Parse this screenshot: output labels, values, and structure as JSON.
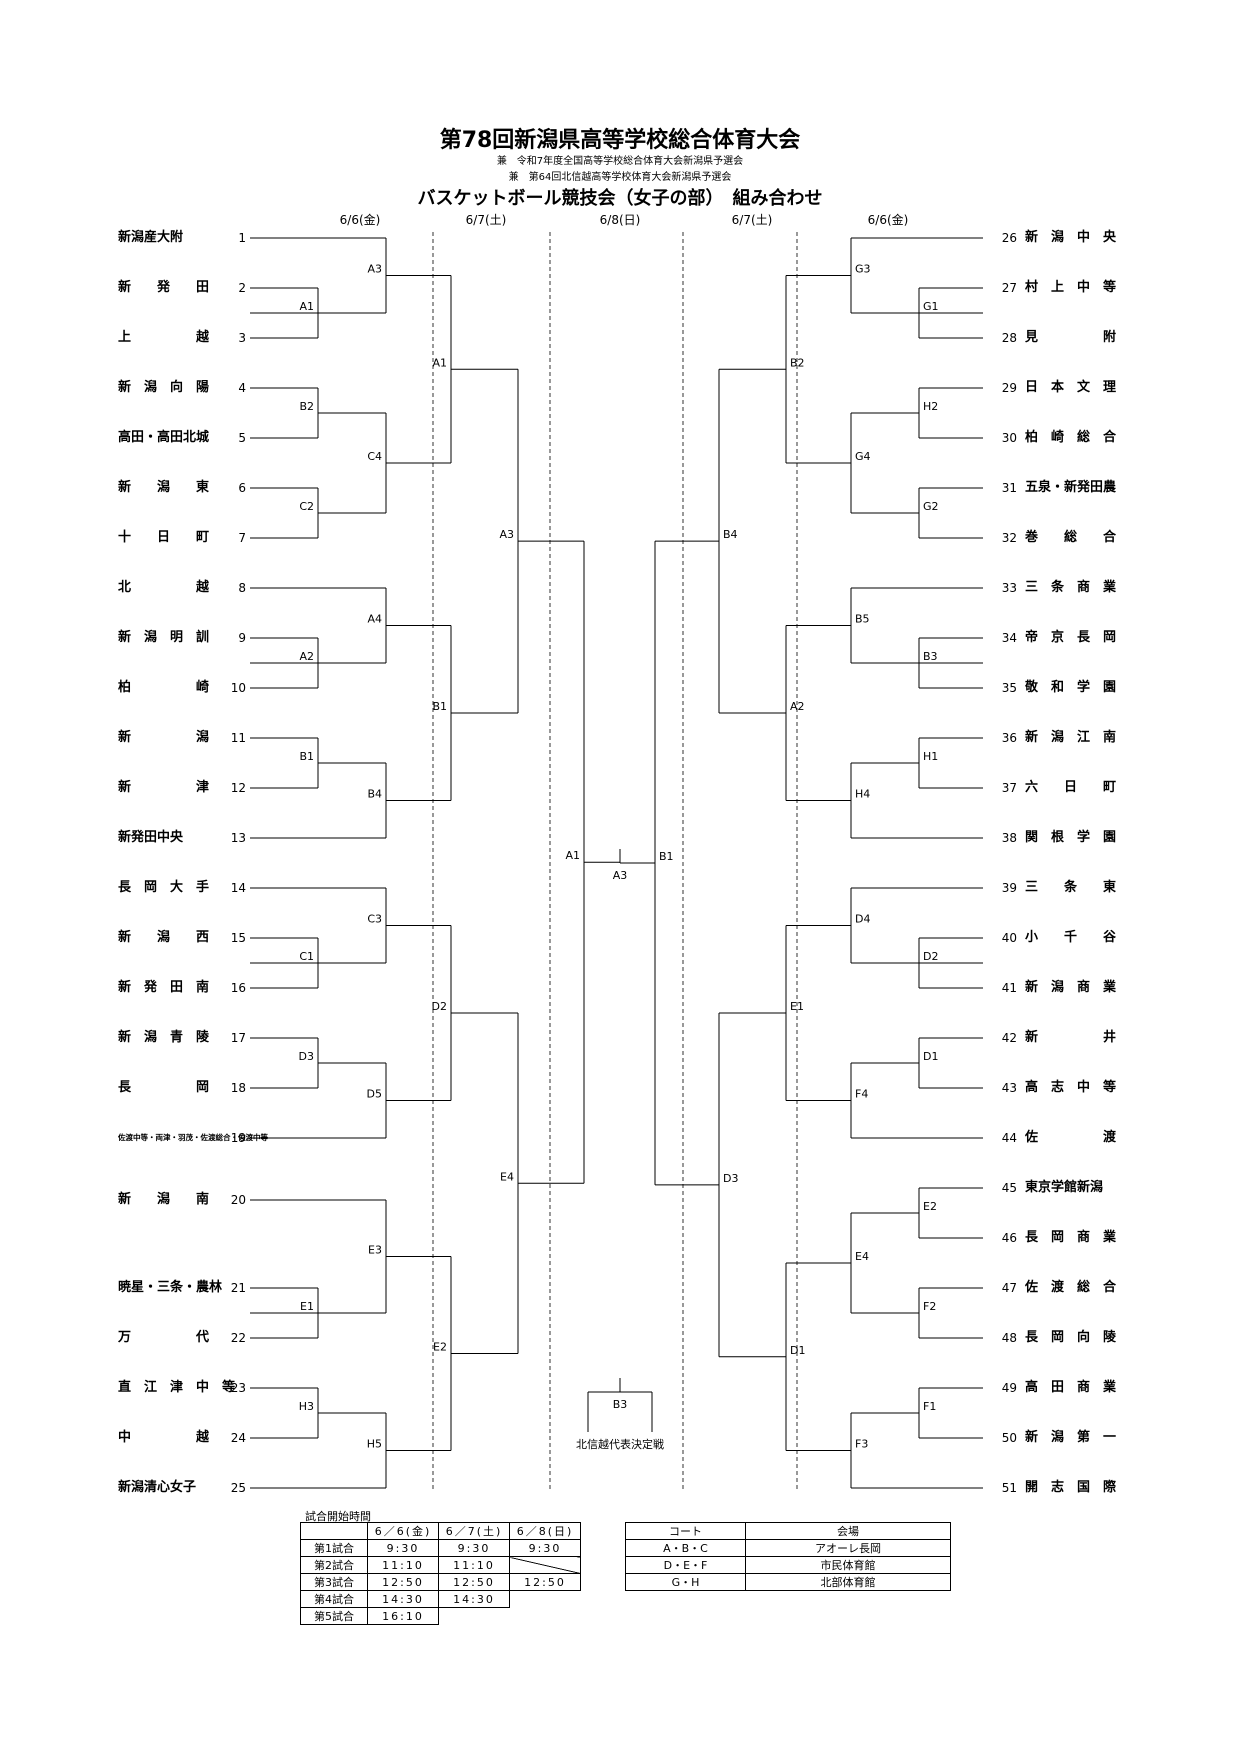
{
  "title": "第78回新潟県高等学校総合体育大会",
  "subtitle1": "兼　令和7年度全国高等学校総合体育大会新潟県予選会",
  "subtitle2": "兼　第64回北信越高等学校体育大会新潟県予選会",
  "heading": "バスケットボール競技会（女子の部）　組み合わせ",
  "dates": {
    "d1_left": "6/6(金)",
    "d2_left": "6/7(土)",
    "d3_center": "6/8(日)",
    "d2_right": "6/7(土)",
    "d1_right": "6/6(金)"
  },
  "left_teams": [
    {
      "name": "新潟産大附",
      "num": "1"
    },
    {
      "name": "新　　発　　田",
      "num": "2"
    },
    {
      "name": "上　　　　　越",
      "num": "3"
    },
    {
      "name": "新　潟　向　陽",
      "num": "4"
    },
    {
      "name": "高田・高田北城",
      "num": "5"
    },
    {
      "name": "新　　潟　　東",
      "num": "6"
    },
    {
      "name": "十　　日　　町",
      "num": "7"
    },
    {
      "name": "北　　　　　越",
      "num": "8"
    },
    {
      "name": "新　潟　明　訓",
      "num": "9"
    },
    {
      "name": "柏　　　　　崎",
      "num": "10"
    },
    {
      "name": "新　　　　　潟",
      "num": "11"
    },
    {
      "name": "新　　　　　津",
      "num": "12"
    },
    {
      "name": "新発田中央",
      "num": "13"
    },
    {
      "name": "長　岡　大　手",
      "num": "14"
    },
    {
      "name": "新　　潟　　西",
      "num": "15"
    },
    {
      "name": "新　発　田　南",
      "num": "16"
    },
    {
      "name": "新　潟　青　陵",
      "num": "17"
    },
    {
      "name": "長　　　　　岡",
      "num": "18"
    },
    {
      "name": "佐渡中等・両津・羽茂・佐渡総合・佐渡中等",
      "num": "19"
    },
    {
      "name": "新　　潟　　南",
      "num": "20"
    },
    {
      "name": "暁星・三条・農林",
      "num": "21"
    },
    {
      "name": "万　　　　　代",
      "num": "22"
    },
    {
      "name": "直　江　津　中　等",
      "num": "23"
    },
    {
      "name": "中　　　　　越",
      "num": "24"
    },
    {
      "name": "新潟清心女子",
      "num": "25"
    }
  ],
  "right_teams": [
    {
      "num": "26",
      "name": "新　潟　中　央"
    },
    {
      "num": "27",
      "name": "村　上　中　等"
    },
    {
      "num": "28",
      "name": "見　　　　　附"
    },
    {
      "num": "29",
      "name": "日　本　文　理"
    },
    {
      "num": "30",
      "name": "柏　崎　総　合"
    },
    {
      "num": "31",
      "name": "五泉・新発田農"
    },
    {
      "num": "32",
      "name": "巻　　総　　合"
    },
    {
      "num": "33",
      "name": "三　条　商　業"
    },
    {
      "num": "34",
      "name": "帝　京　長　岡"
    },
    {
      "num": "35",
      "name": "敬　和　学　園"
    },
    {
      "num": "36",
      "name": "新　潟　江　南"
    },
    {
      "num": "37",
      "name": "六　　日　　町"
    },
    {
      "num": "38",
      "name": "関　根　学　園"
    },
    {
      "num": "39",
      "name": "三　　条　　東"
    },
    {
      "num": "40",
      "name": "小　　千　　谷"
    },
    {
      "num": "41",
      "name": "新　潟　商　業"
    },
    {
      "num": "42",
      "name": "新　　　　　井"
    },
    {
      "num": "43",
      "name": "高　志　中　等"
    },
    {
      "num": "44",
      "name": "佐　　　　　渡"
    },
    {
      "num": "45",
      "name": "東京学館新潟"
    },
    {
      "num": "46",
      "name": "長　岡　商　業"
    },
    {
      "num": "47",
      "name": "佐　渡　総　合"
    },
    {
      "num": "48",
      "name": "長　岡　向　陵"
    },
    {
      "num": "49",
      "name": "高　田　商　業"
    },
    {
      "num": "50",
      "name": "新　潟　第　一"
    },
    {
      "num": "51",
      "name": "開　志　国　際"
    }
  ],
  "left_r1": [
    "A1",
    "B2",
    "C2",
    "A2",
    "B1",
    "C1",
    "D3",
    "E1",
    "H3"
  ],
  "left_r2": [
    "A3",
    "C4",
    "A4",
    "B4",
    "C3",
    "D5",
    "E3",
    "H5"
  ],
  "left_r3": [
    "A1",
    "B1",
    "D2",
    "E2"
  ],
  "left_r4": [
    "A3",
    "E4"
  ],
  "left_r5": "A1",
  "right_r1": [
    "G1",
    "H2",
    "G2",
    "B3",
    "H1",
    "D2",
    "D1",
    "E2",
    "F2",
    "F1"
  ],
  "right_r2": [
    "G3",
    "G4",
    "B5",
    "H4",
    "D4",
    "F4",
    "E4",
    "F3"
  ],
  "right_r3": [
    "B2",
    "A2",
    "E1",
    "D1"
  ],
  "right_r4": [
    "B4",
    "D3"
  ],
  "right_r5": "B1",
  "final": "A3",
  "third_place": "B3",
  "third_place_label": "北信越代表決定戦",
  "schedule": {
    "caption": "試合開始時間",
    "headers": [
      "",
      "6／6(金)",
      "6／7(土)",
      "6／8(日)"
    ],
    "rows": [
      {
        "label": "第1試合",
        "v": [
          "9:30",
          "9:30",
          "9:30"
        ]
      },
      {
        "label": "第2試合",
        "v": [
          "11:10",
          "11:10",
          ""
        ]
      },
      {
        "label": "第3試合",
        "v": [
          "12:50",
          "12:50",
          "12:50"
        ]
      },
      {
        "label": "第4試合",
        "v": [
          "14:30",
          "14:30"
        ]
      },
      {
        "label": "第5試合",
        "v": [
          "16:10"
        ]
      }
    ]
  },
  "courts": {
    "headers": [
      "コート",
      "会場"
    ],
    "rows": [
      {
        "court": "A・B・C",
        "venue": "アオーレ長岡"
      },
      {
        "court": "D・E・F",
        "venue": "市民体育館"
      },
      {
        "court": "G・H",
        "venue": "北部体育館"
      }
    ]
  }
}
